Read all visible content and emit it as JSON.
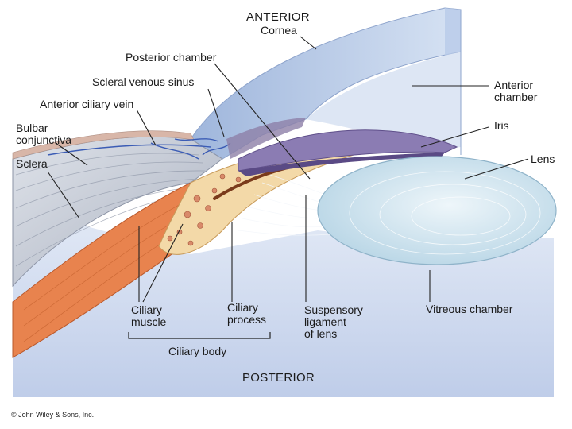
{
  "labels": {
    "anterior": "ANTERIOR",
    "cornea": "Cornea",
    "posterior_chamber": "Posterior chamber",
    "scleral_venous_sinus": "Scleral venous sinus",
    "anterior_ciliary_vein": "Anterior ciliary vein",
    "bulbar_conjunctiva": "Bulbar\nconjunctiva",
    "sclera": "Sclera",
    "anterior_chamber": "Anterior\nchamber",
    "iris": "Iris",
    "lens": "Lens",
    "ciliary_muscle": "Ciliary\nmuscle",
    "ciliary_process": "Ciliary\nprocess",
    "suspensory_ligament": "Suspensory\nligament\nof lens",
    "vitreous_chamber": "Vitreous chamber",
    "ciliary_body": "Ciliary body",
    "posterior": "POSTERIOR"
  },
  "copyright": "© John Wiley & Sons, Inc.",
  "colors": {
    "background_blue": "#c9d6ee",
    "sclera_gray": "#c8ccd6",
    "ciliary_orange": "#e8834e",
    "ciliary_tan": "#f3d9a8",
    "iris_purple": "#8b7cb3",
    "lens_blue": "#d7e9f3"
  }
}
